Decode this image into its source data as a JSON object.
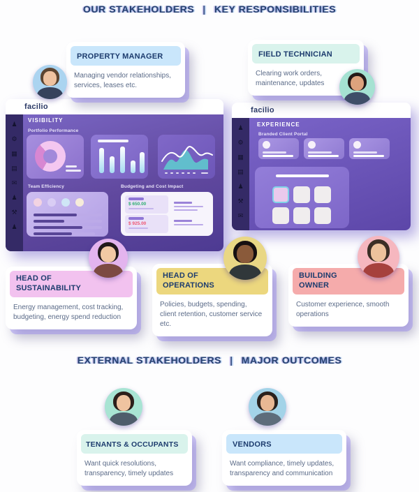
{
  "titles": {
    "top_left": "OUR STAKEHOLDERS",
    "top_sep": "|",
    "top_right": "KEY RESPONSIBILITIES",
    "bottom_left": "EXTERNAL STAKEHOLDERS",
    "bottom_sep": "|",
    "bottom_right": "MAJOR OUTCOMES"
  },
  "colors": {
    "title_navy": "#27406f",
    "card_title_navy": "#1d3c6e",
    "body_text": "#5b6b88",
    "window_purple": "#61499f",
    "sidebar_purple": "#342a66",
    "shadow_violet": "#8b78f0",
    "budget_positive": "#2fae71",
    "budget_negative": "#ef5570"
  },
  "personas": [
    {
      "title": "PROPERTY MANAGER",
      "description": "Managing vendor relationships, services, leases etc.",
      "header_style": "background:#c9e6fb",
      "avatar_style": "--bg:#abd4f0;--skin:#eec2a0;--hair:#5d4531;--shirt:#36425c"
    },
    {
      "title": "FIELD TECHNICIAN",
      "description": "Clearing work orders, maintenance, updates",
      "header_style": "background:#d9f3ec",
      "avatar_style": "--bg:#a5e2d2;--skin:#dda37d;--hair:#241a18;--shirt:#3e4d68"
    },
    {
      "title": "HEAD OF SUSTAINABILITY",
      "description": "Energy management, cost tracking, budgeting, energy spend reduction",
      "header_style": "background:#f2c2ef",
      "avatar_style": "--bg:#e3b4ee;--skin:#f2c9a4;--hair:#221a1b;--shirt:#7c4a42"
    },
    {
      "title": "HEAD OF OPERATIONS",
      "description": "Policies, budgets, spending, client retention, customer service etc.",
      "header_style": "background:#ecd77e",
      "avatar_style": "--bg:#e9d785;--skin:#8a5a3a;--hair:#161012;--shirt:#30373a"
    },
    {
      "title": "BUILDING OWNER",
      "description": "Customer experience, smooth operations",
      "header_style": "background:#f5abab",
      "avatar_style": "--bg:#f6b7bf;--skin:#edc29c;--hair:#3c2f26;--shirt:#a6413d"
    },
    {
      "title": "TENANTS & OCCUPANTS",
      "description": "Want quick resolutions, transparency, timely updates",
      "header_style": "background:#d9f3ec",
      "avatar_style": "--bg:#a8e4d3;--skin:#efc3a0;--hair:#2c1f1b;--shirt:#4e5d6b"
    },
    {
      "title": "VENDORS",
      "description": "Want compliance, timely updates, transparency and communication",
      "header_style": "background:#c9e6fb",
      "avatar_style": "--bg:#a3d3e8;--skin:#e8b894;--hair:#2a211d;--shirt:#5d6c7b"
    }
  ],
  "windows": {
    "left": {
      "brand": "facilio",
      "screen_title": "VISIBILITY",
      "section1_label": "Portfolio Performance",
      "section2_label": "Team Efficiency",
      "section3_label": "Budgeting and Cost Impact",
      "budget_rows": [
        {
          "amount": "$ 650.00",
          "amount_style": "color:#2fae71"
        },
        {
          "amount": "$ 925.00",
          "amount_style": "color:#ef5570"
        }
      ],
      "sidebar_icons": [
        {
          "name": "user-icon",
          "glyph": "♟"
        },
        {
          "name": "gear-icon",
          "glyph": "⚙"
        },
        {
          "name": "grid-icon",
          "glyph": "▦"
        },
        {
          "name": "document-icon",
          "glyph": "▤"
        },
        {
          "name": "mail-icon",
          "glyph": "✉"
        },
        {
          "name": "user-icon",
          "glyph": "♟"
        },
        {
          "name": "tools-icon",
          "glyph": "⚒"
        },
        {
          "name": "team-icon",
          "glyph": "♟"
        }
      ]
    },
    "right": {
      "brand": "facilio",
      "screen_title": "EXPERIENCE",
      "section1_label": "Branded Client Portal",
      "sidebar_icons": [
        {
          "name": "user-icon",
          "glyph": "♟"
        },
        {
          "name": "gear-icon",
          "glyph": "⚙"
        },
        {
          "name": "grid-icon",
          "glyph": "▦"
        },
        {
          "name": "document-icon",
          "glyph": "▤"
        },
        {
          "name": "user-icon",
          "glyph": "♟"
        },
        {
          "name": "tools-icon",
          "glyph": "⚒"
        },
        {
          "name": "mail-icon",
          "glyph": "✉"
        }
      ]
    }
  }
}
